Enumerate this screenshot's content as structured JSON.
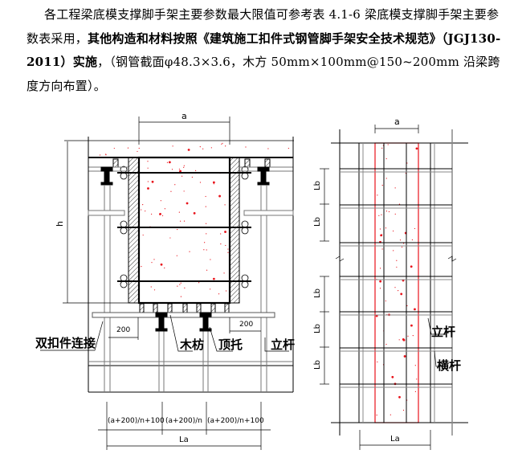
{
  "paragraph": {
    "part1": "各工程梁底模支撑脚手架主要参数最大限值可参考表 4.1-6 梁底模支撑脚手架主要参数表采用，",
    "bold": "其他构造和材料按照《建筑施工扣件式钢管脚手架安全技术规范》（JGJ130-2011）实施",
    "part2": "，（钢管截面φ48.3×3.6，木方 50mm×100mm@150~200mm 沿梁跨度方向布置）。"
  },
  "section_drawing": {
    "dim_a": "a",
    "dim_h": "h",
    "dim_200_left": "200",
    "dim_200_right": "200",
    "label_double_clamp": "双扣件连接",
    "label_timber": "木枋",
    "label_jack": "顶托",
    "label_pole": "立杆",
    "dim_span_1": "(a+200)/n+100",
    "dim_span_2": "(a+200)/n",
    "dim_span_3": "(a+200)/n+100",
    "dim_La": "La"
  },
  "elevation_drawing": {
    "dim_a": "a",
    "dim_Lb": [
      "Lb",
      "Lb",
      "Lb",
      "Lb",
      "Lb"
    ],
    "label_pole": "立杆",
    "label_ledger": "横杆",
    "dim_La": "La"
  },
  "colors": {
    "concrete": "#e8131b",
    "line": "#000000",
    "gray": "#8a8a8a"
  }
}
